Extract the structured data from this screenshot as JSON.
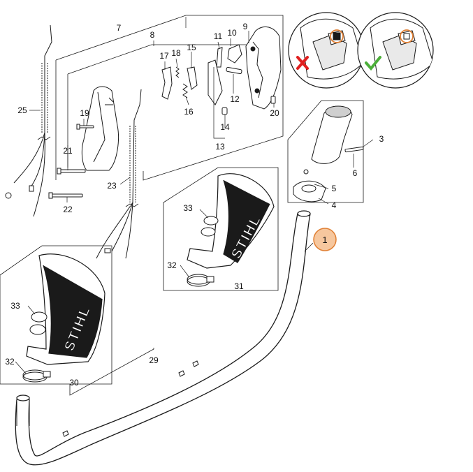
{
  "labels": {
    "p1": "1",
    "p3": "3",
    "p4": "4",
    "p5": "5",
    "p6": "6",
    "p7": "7",
    "p8": "8",
    "p9": "9",
    "p10": "10",
    "p11": "11",
    "p12": "12",
    "p13": "13",
    "p14": "14",
    "p15": "15",
    "p16": "16",
    "p17": "17",
    "p18": "18",
    "p19": "19",
    "p20": "20",
    "p21": "21",
    "p22": "22",
    "p23": "23",
    "p25": "25",
    "p29": "29",
    "p30": "30",
    "p31": "31",
    "p32a": "32",
    "p32b": "32",
    "p33a": "33",
    "p33b": "33"
  },
  "brand_text": {
    "guard_small": "STIHL",
    "guard_large": "STIHL"
  },
  "colors": {
    "line": "#1a1a1a",
    "highlight_fill": "#f6c79e",
    "highlight_stroke": "#e07f33",
    "wrong_mark": "#e02020",
    "correct_mark": "#4caf3a"
  },
  "icons": {
    "incorrect": "cross-mark-icon",
    "correct": "check-mark-icon"
  }
}
